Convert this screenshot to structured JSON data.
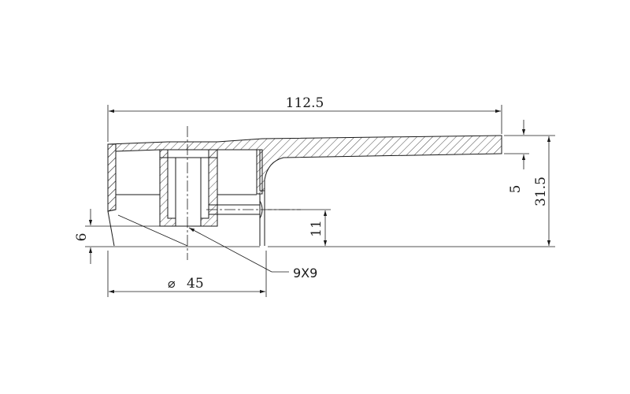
{
  "dimensions": {
    "overall_length": "112.5",
    "total_height": "31.5",
    "tip_thickness": "5",
    "set_screw_height": "11",
    "bottom_offset": "6",
    "diameter": "45",
    "bore": "9X9"
  },
  "symbols": {
    "diameter_symbol": "⌀"
  }
}
